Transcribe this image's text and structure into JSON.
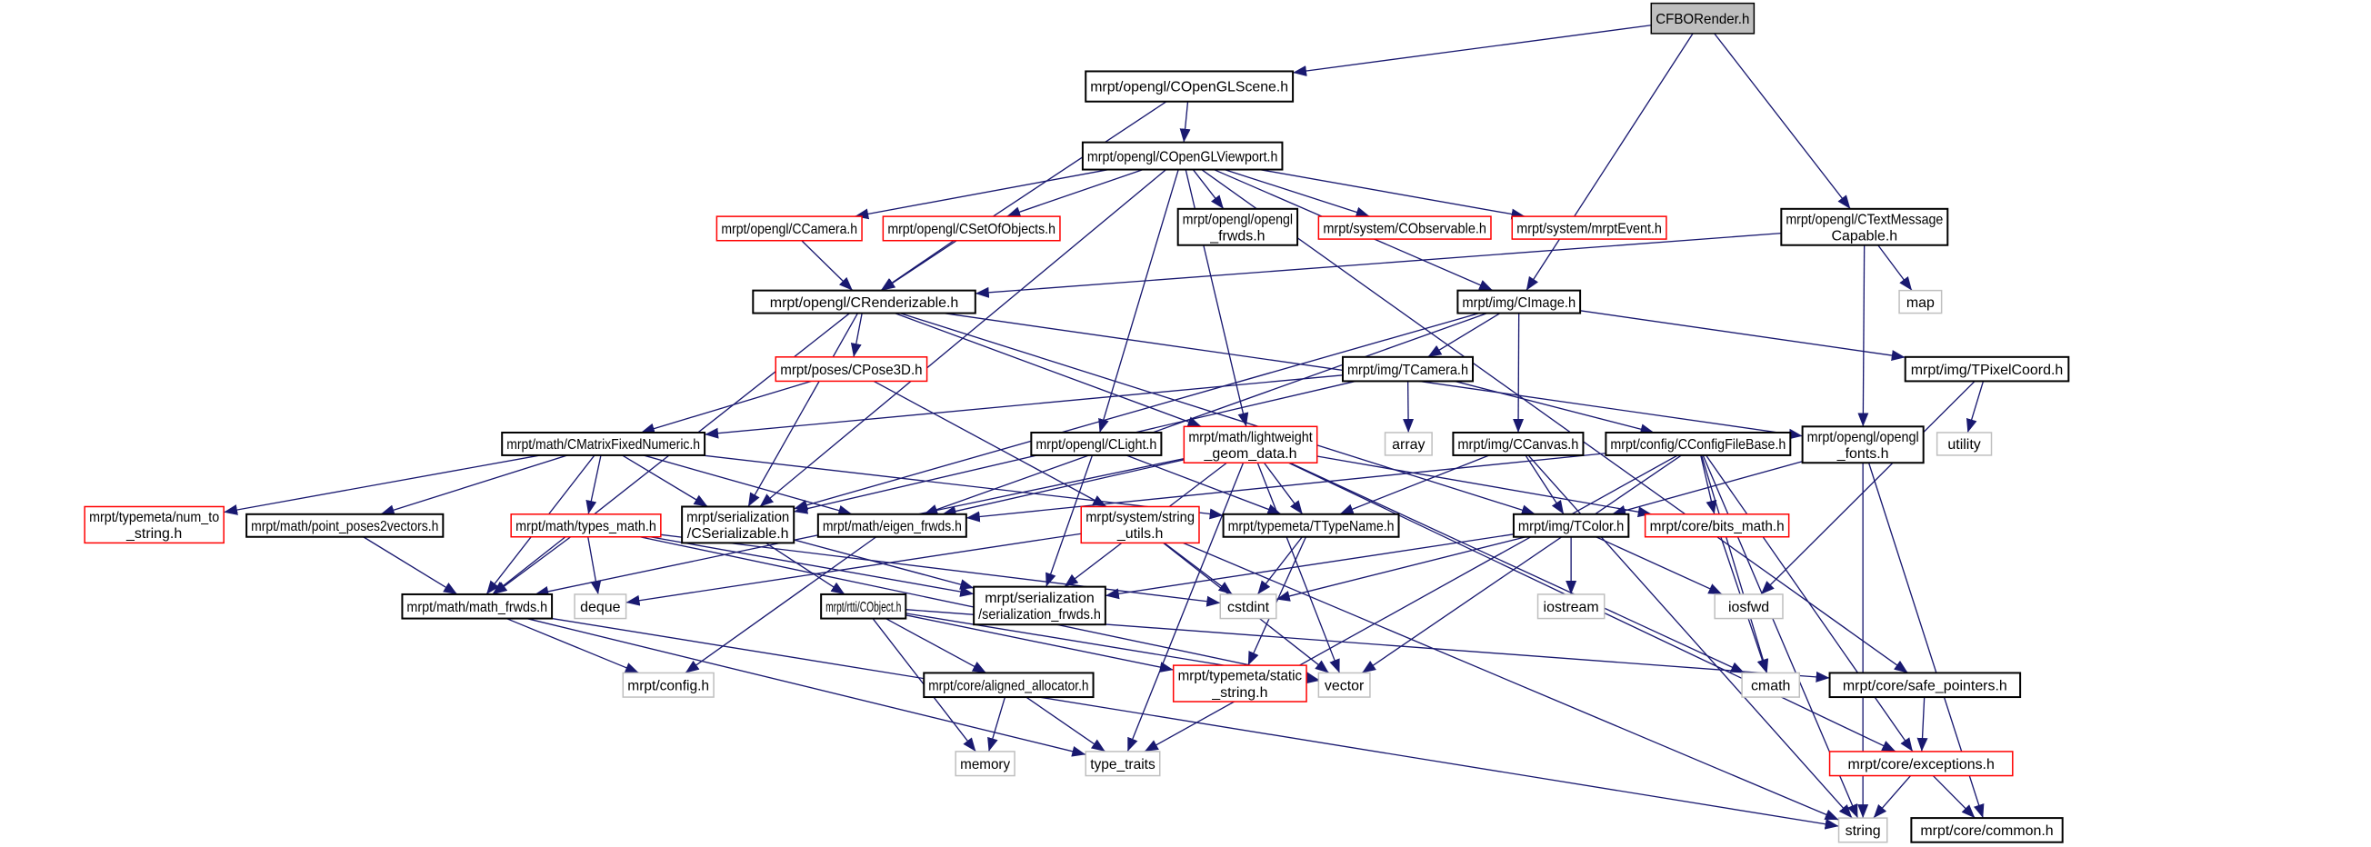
{
  "title": "CFBORender.h include dependency graph",
  "colors": {
    "edge": "#191970",
    "normal": "#000000",
    "missing": "#bfbfbf",
    "incomplete": "#ff0000",
    "root_fill": "#bfbfbf"
  },
  "nodes": {
    "cfborender": {
      "lines": [
        "CFBORender.h"
      ],
      "kind": "root"
    },
    "openglscene": {
      "lines": [
        "mrpt/opengl/COpenGLScene.h"
      ],
      "kind": "normal"
    },
    "viewport": {
      "lines": [
        "mrpt/opengl/COpenGLViewport.h"
      ],
      "kind": "normal"
    },
    "ccamera": {
      "lines": [
        "mrpt/opengl/CCamera.h"
      ],
      "kind": "incomplete"
    },
    "csetofobjects": {
      "lines": [
        "mrpt/opengl/CSetOfObjects.h"
      ],
      "kind": "incomplete"
    },
    "opengl_frwds": {
      "lines": [
        "mrpt/opengl/opengl",
        "_frwds.h"
      ],
      "kind": "normal"
    },
    "cobservable": {
      "lines": [
        "mrpt/system/CObservable.h"
      ],
      "kind": "incomplete"
    },
    "mrptevent": {
      "lines": [
        "mrpt/system/mrptEvent.h"
      ],
      "kind": "incomplete"
    },
    "ctextmsg": {
      "lines": [
        "mrpt/opengl/CTextMessage",
        "Capable.h"
      ],
      "kind": "normal"
    },
    "map": {
      "lines": [
        "map"
      ],
      "kind": "missing"
    },
    "crenderizable": {
      "lines": [
        "mrpt/opengl/CRenderizable.h"
      ],
      "kind": "normal"
    },
    "cimage": {
      "lines": [
        "mrpt/img/CImage.h"
      ],
      "kind": "normal"
    },
    "tpixelcoord": {
      "lines": [
        "mrpt/img/TPixelCoord.h"
      ],
      "kind": "normal"
    },
    "cpose3d": {
      "lines": [
        "mrpt/poses/CPose3D.h"
      ],
      "kind": "incomplete"
    },
    "tcamera": {
      "lines": [
        "mrpt/img/TCamera.h"
      ],
      "kind": "normal"
    },
    "array": {
      "lines": [
        "array"
      ],
      "kind": "missing"
    },
    "utility": {
      "lines": [
        "utility"
      ],
      "kind": "missing"
    },
    "cmatrix": {
      "lines": [
        "mrpt/math/CMatrixFixedNumeric.h"
      ],
      "kind": "normal"
    },
    "clight": {
      "lines": [
        "mrpt/opengl/CLight.h"
      ],
      "kind": "normal"
    },
    "lwgeom": {
      "lines": [
        "mrpt/math/lightweight",
        "_geom_data.h"
      ],
      "kind": "incomplete"
    },
    "ccanvas": {
      "lines": [
        "mrpt/img/CCanvas.h"
      ],
      "kind": "normal"
    },
    "cconfig": {
      "lines": [
        "mrpt/config/CConfigFileBase.h"
      ],
      "kind": "normal"
    },
    "opengl_fonts": {
      "lines": [
        "mrpt/opengl/opengl",
        "_fonts.h"
      ],
      "kind": "normal"
    },
    "num_to_string": {
      "lines": [
        "mrpt/typemeta/num_to",
        "_string.h"
      ],
      "kind": "incomplete"
    },
    "poses2vectors": {
      "lines": [
        "mrpt/math/point_poses2vectors.h"
      ],
      "kind": "normal"
    },
    "types_math": {
      "lines": [
        "mrpt/math/types_math.h"
      ],
      "kind": "incomplete"
    },
    "cserializable": {
      "lines": [
        "mrpt/serialization",
        "/CSerializable.h"
      ],
      "kind": "normal"
    },
    "eigen_frwds": {
      "lines": [
        "mrpt/math/eigen_frwds.h"
      ],
      "kind": "normal"
    },
    "string_utils": {
      "lines": [
        "mrpt/system/string",
        "_utils.h"
      ],
      "kind": "incomplete"
    },
    "ttypename": {
      "lines": [
        "mrpt/typemeta/TTypeName.h"
      ],
      "kind": "normal"
    },
    "tcolor": {
      "lines": [
        "mrpt/img/TColor.h"
      ],
      "kind": "normal"
    },
    "bits_math": {
      "lines": [
        "mrpt/core/bits_math.h"
      ],
      "kind": "incomplete"
    },
    "math_frwds": {
      "lines": [
        "mrpt/math/math_frwds.h"
      ],
      "kind": "normal"
    },
    "deque": {
      "lines": [
        "deque"
      ],
      "kind": "missing"
    },
    "cobject": {
      "lines": [
        "mrpt/rtti/CObject.h"
      ],
      "kind": "normal"
    },
    "ser_frwds": {
      "lines": [
        "mrpt/serialization",
        "/serialization_frwds.h"
      ],
      "kind": "normal"
    },
    "cstdint": {
      "lines": [
        "cstdint"
      ],
      "kind": "missing"
    },
    "iostream": {
      "lines": [
        "iostream"
      ],
      "kind": "missing"
    },
    "iosfwd": {
      "lines": [
        "iosfwd"
      ],
      "kind": "missing"
    },
    "config": {
      "lines": [
        "mrpt/config.h"
      ],
      "kind": "missing"
    },
    "aligned_alloc": {
      "lines": [
        "mrpt/core/aligned_allocator.h"
      ],
      "kind": "normal"
    },
    "static_string": {
      "lines": [
        "mrpt/typemeta/static",
        "_string.h"
      ],
      "kind": "incomplete"
    },
    "vector": {
      "lines": [
        "vector"
      ],
      "kind": "missing"
    },
    "cmath": {
      "lines": [
        "cmath"
      ],
      "kind": "missing"
    },
    "safe_pointers": {
      "lines": [
        "mrpt/core/safe_pointers.h"
      ],
      "kind": "normal"
    },
    "memory": {
      "lines": [
        "memory"
      ],
      "kind": "missing"
    },
    "type_traits": {
      "lines": [
        "type_traits"
      ],
      "kind": "missing"
    },
    "exceptions": {
      "lines": [
        "mrpt/core/exceptions.h"
      ],
      "kind": "incomplete"
    },
    "string": {
      "lines": [
        "string"
      ],
      "kind": "missing"
    },
    "common": {
      "lines": [
        "mrpt/core/common.h"
      ],
      "kind": "normal"
    }
  },
  "edges": [
    [
      "cfborender",
      "openglscene"
    ],
    [
      "cfborender",
      "cimage"
    ],
    [
      "cfborender",
      "ctextmsg"
    ],
    [
      "openglscene",
      "viewport"
    ],
    [
      "openglscene",
      "crenderizable"
    ],
    [
      "viewport",
      "ccamera"
    ],
    [
      "viewport",
      "csetofobjects"
    ],
    [
      "viewport",
      "opengl_frwds"
    ],
    [
      "viewport",
      "cobservable"
    ],
    [
      "viewport",
      "mrptevent"
    ],
    [
      "viewport",
      "cimage"
    ],
    [
      "viewport",
      "clight"
    ],
    [
      "viewport",
      "lwgeom"
    ],
    [
      "viewport",
      "cserializable"
    ],
    [
      "viewport",
      "safe_pointers"
    ],
    [
      "ccamera",
      "crenderizable"
    ],
    [
      "csetofobjects",
      "crenderizable"
    ],
    [
      "ctextmsg",
      "crenderizable"
    ],
    [
      "ctextmsg",
      "map"
    ],
    [
      "ctextmsg",
      "opengl_fonts"
    ],
    [
      "crenderizable",
      "cpose3d"
    ],
    [
      "crenderizable",
      "cserializable"
    ],
    [
      "crenderizable",
      "lwgeom"
    ],
    [
      "crenderizable",
      "math_frwds"
    ],
    [
      "crenderizable",
      "opengl_fonts"
    ],
    [
      "crenderizable",
      "tcolor"
    ],
    [
      "cimage",
      "tcamera"
    ],
    [
      "cimage",
      "ccanvas"
    ],
    [
      "cimage",
      "tpixelcoord"
    ],
    [
      "cimage",
      "cserializable"
    ],
    [
      "cimage",
      "eigen_frwds"
    ],
    [
      "tcamera",
      "array"
    ],
    [
      "tcamera",
      "cconfig"
    ],
    [
      "tcamera",
      "cmatrix"
    ],
    [
      "tcamera",
      "cserializable"
    ],
    [
      "tpixelcoord",
      "utility"
    ],
    [
      "tpixelcoord",
      "iosfwd"
    ],
    [
      "cpose3d",
      "cmatrix"
    ],
    [
      "cpose3d",
      "string_utils"
    ],
    [
      "cmatrix",
      "num_to_string"
    ],
    [
      "cmatrix",
      "poses2vectors"
    ],
    [
      "cmatrix",
      "types_math"
    ],
    [
      "cmatrix",
      "cserializable"
    ],
    [
      "cmatrix",
      "eigen_frwds"
    ],
    [
      "cmatrix",
      "math_frwds"
    ],
    [
      "cmatrix",
      "ttypename"
    ],
    [
      "clight",
      "ser_frwds"
    ],
    [
      "clight",
      "ttypename"
    ],
    [
      "lwgeom",
      "eigen_frwds"
    ],
    [
      "lwgeom",
      "ttypename"
    ],
    [
      "lwgeom",
      "ser_frwds"
    ],
    [
      "lwgeom",
      "math_frwds"
    ],
    [
      "lwgeom",
      "bits_math"
    ],
    [
      "lwgeom",
      "vector"
    ],
    [
      "lwgeom",
      "type_traits"
    ],
    [
      "lwgeom",
      "exceptions"
    ],
    [
      "lwgeom",
      "cmath"
    ],
    [
      "ccanvas",
      "tcolor"
    ],
    [
      "ccanvas",
      "string"
    ],
    [
      "ccanvas",
      "ttypename"
    ],
    [
      "cconfig",
      "bits_math"
    ],
    [
      "cconfig",
      "eigen_frwds"
    ],
    [
      "cconfig",
      "vector"
    ],
    [
      "cconfig",
      "type_traits"
    ],
    [
      "cconfig",
      "string"
    ],
    [
      "cconfig",
      "exceptions"
    ],
    [
      "cconfig",
      "cmath"
    ],
    [
      "opengl_fonts",
      "tcolor"
    ],
    [
      "opengl_fonts",
      "string"
    ],
    [
      "opengl_fonts",
      "common"
    ],
    [
      "types_math",
      "math_frwds"
    ],
    [
      "types_math",
      "deque"
    ],
    [
      "types_math",
      "vector"
    ],
    [
      "types_math",
      "ser_frwds"
    ],
    [
      "types_math",
      "cstdint"
    ],
    [
      "poses2vectors",
      "math_frwds"
    ],
    [
      "cserializable",
      "cobject"
    ],
    [
      "cserializable",
      "ser_frwds"
    ],
    [
      "eigen_frwds",
      "config"
    ],
    [
      "string_utils",
      "deque"
    ],
    [
      "string_utils",
      "cstdint"
    ],
    [
      "string_utils",
      "vector"
    ],
    [
      "string_utils",
      "string"
    ],
    [
      "ttypename",
      "cstdint"
    ],
    [
      "ttypename",
      "static_string"
    ],
    [
      "tcolor",
      "ser_frwds"
    ],
    [
      "tcolor",
      "cstdint"
    ],
    [
      "tcolor",
      "iostream"
    ],
    [
      "tcolor",
      "iosfwd"
    ],
    [
      "bits_math",
      "cmath"
    ],
    [
      "math_frwds",
      "config"
    ],
    [
      "math_frwds",
      "type_traits"
    ],
    [
      "math_frwds",
      "string"
    ],
    [
      "cobject",
      "aligned_alloc"
    ],
    [
      "cobject",
      "static_string"
    ],
    [
      "cobject",
      "memory"
    ],
    [
      "cobject",
      "vector"
    ],
    [
      "cobject",
      "safe_pointers"
    ],
    [
      "aligned_alloc",
      "memory"
    ],
    [
      "aligned_alloc",
      "type_traits"
    ],
    [
      "safe_pointers",
      "exceptions"
    ],
    [
      "exceptions",
      "string"
    ],
    [
      "exceptions",
      "common"
    ]
  ]
}
